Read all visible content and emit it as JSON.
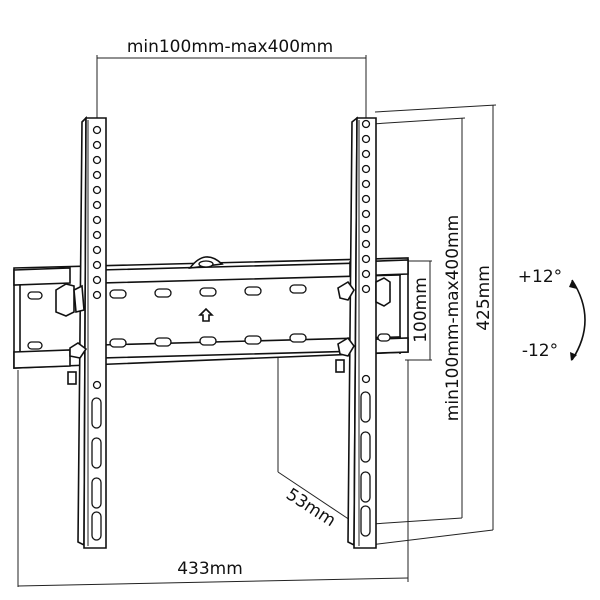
{
  "diagram": {
    "subject": "Tilting TV wall mount bracket",
    "colors": {
      "line": "#111111",
      "background": "#ffffff"
    },
    "dimensions": {
      "top_width": "min100mm-max400mm",
      "vertical_hole_span": "min100mm-max400mm",
      "wall_plate_height": "100mm",
      "arm_height": "425mm",
      "depth": "53mm",
      "overall_width": "433mm"
    },
    "tilt": {
      "up": "+12°",
      "down": "-12°"
    },
    "icons": [
      "up-arrow-icon",
      "tilt-arc-arrow-icon"
    ]
  }
}
